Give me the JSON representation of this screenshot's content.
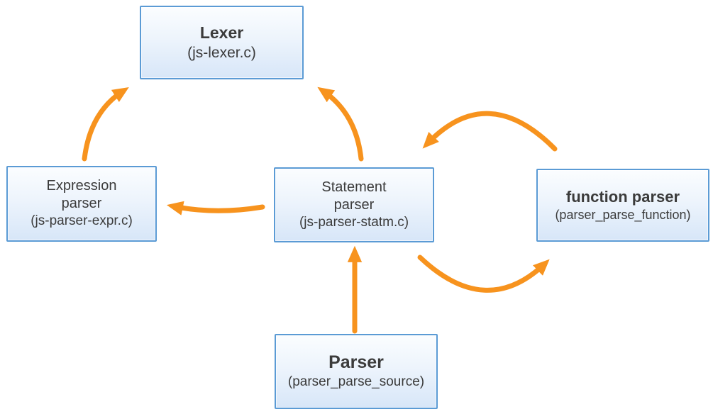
{
  "diagram": {
    "boxes": [
      {
        "id": "lexer",
        "title": "Lexer",
        "subtitle": "(js-lexer.c)"
      },
      {
        "id": "expression-parser",
        "title": "Expression\nparser",
        "subtitle": "(js-parser-expr.c)"
      },
      {
        "id": "statement-parser",
        "title": "Statement\nparser",
        "subtitle": "(js-parser-statm.c)"
      },
      {
        "id": "function-parser",
        "title": "function parser",
        "subtitle": "(parser_parse_function)"
      },
      {
        "id": "parser",
        "title": "Parser",
        "subtitle": "(parser_parse_source)"
      }
    ],
    "edges": [
      {
        "from": "expression-parser",
        "to": "lexer"
      },
      {
        "from": "statement-parser",
        "to": "lexer"
      },
      {
        "from": "statement-parser",
        "to": "expression-parser"
      },
      {
        "from": "function-parser",
        "to": "statement-parser"
      },
      {
        "from": "statement-parser",
        "to": "function-parser"
      },
      {
        "from": "parser",
        "to": "statement-parser"
      }
    ],
    "colors": {
      "arrow": "#F7931E",
      "box_border": "#5B9BD5",
      "box_fill_top": "#FBFDFF",
      "box_fill_bottom": "#D7E6F8",
      "text": "#3B3B3B"
    }
  }
}
